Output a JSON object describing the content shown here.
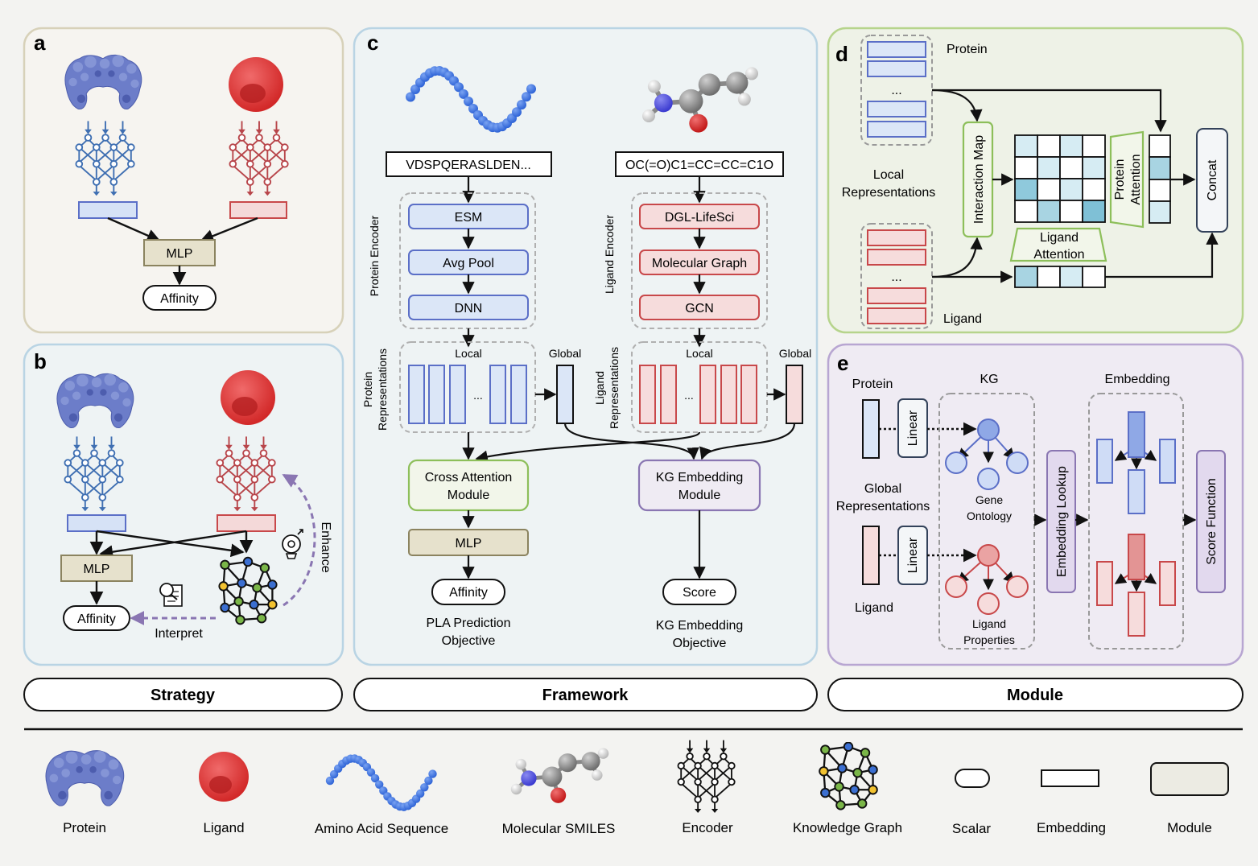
{
  "panels": {
    "a": {
      "letter": "a",
      "mlp": "MLP",
      "affinity": "Affinity"
    },
    "b": {
      "letter": "b",
      "mlp": "MLP",
      "affinity": "Affinity",
      "interpret": "Interpret",
      "enhance": "Enhance"
    },
    "c": {
      "letter": "c",
      "protein_seq": "VDSPQERASLDEN...",
      "ligand_smiles": "OC(=O)C1=CC=CC=C1O",
      "protein_encoder_label": "Protein Encoder",
      "ligand_encoder_label": "Ligand Encoder",
      "protein_steps": [
        "ESM",
        "Avg Pool",
        "DNN"
      ],
      "ligand_steps": [
        "DGL-LifeSci",
        "Molecular Graph",
        "GCN"
      ],
      "protein_repr_label_1": "Protein",
      "protein_repr_label_2": "Representations",
      "ligand_repr_label_1": "Ligand",
      "ligand_repr_label_2": "Representations",
      "local": "Local",
      "global": "Global",
      "ellipsis": "...",
      "cross_attention_1": "Cross Attention",
      "cross_attention_2": "Module",
      "kg_module_1": "KG Embedding",
      "kg_module_2": "Module",
      "mlp": "MLP",
      "affinity": "Affinity",
      "score": "Score",
      "pla_obj_1": "PLA Prediction",
      "pla_obj_2": "Objective",
      "kg_obj_1": "KG Embedding",
      "kg_obj_2": "Objective"
    },
    "d": {
      "letter": "d",
      "protein": "Protein",
      "ligand": "Ligand",
      "local_repr_1": "Local",
      "local_repr_2": "Representations",
      "interaction_map": "Interaction Map",
      "protein_attention_1": "Protein",
      "protein_attention_2": "Attention",
      "ligand_attention_1": "Ligand",
      "ligand_attention_2": "Attention",
      "concat": "Concat",
      "ellipsis": "..."
    },
    "e": {
      "letter": "e",
      "protein": "Protein",
      "ligand": "Ligand",
      "global_repr_1": "Global",
      "global_repr_2": "Representations",
      "linear": "Linear",
      "kg": "KG",
      "gene_ontology_1": "Gene",
      "gene_ontology_2": "Ontology",
      "ligand_props_1": "Ligand",
      "ligand_props_2": "Properties",
      "embedding_lookup": "Embedding Lookup",
      "embedding": "Embedding",
      "score_function": "Score Function"
    }
  },
  "sections": [
    "Strategy",
    "Framework",
    "Module"
  ],
  "legend": [
    "Protein",
    "Ligand",
    "Amino Acid Sequence",
    "Molecular SMILES",
    "Encoder",
    "Knowledge Graph",
    "Scalar",
    "Embedding",
    "Module"
  ],
  "colors": {
    "protein_blue": "#5b6fc7",
    "protein_fill": "#dbe6f7",
    "ligand_red": "#c8484a",
    "ligand_fill": "#f6dcdc",
    "module_green": "#8dbf5a",
    "module_purple": "#8a76b2",
    "mlp_fill": "#e6e1cc",
    "mlp_stroke": "#8b835f",
    "panel_a_bg": "#f6f4f0",
    "panel_bc_bg": "#eef3f4",
    "panel_d_bg": "#eef2e7",
    "panel_e_bg": "#efebf3"
  }
}
